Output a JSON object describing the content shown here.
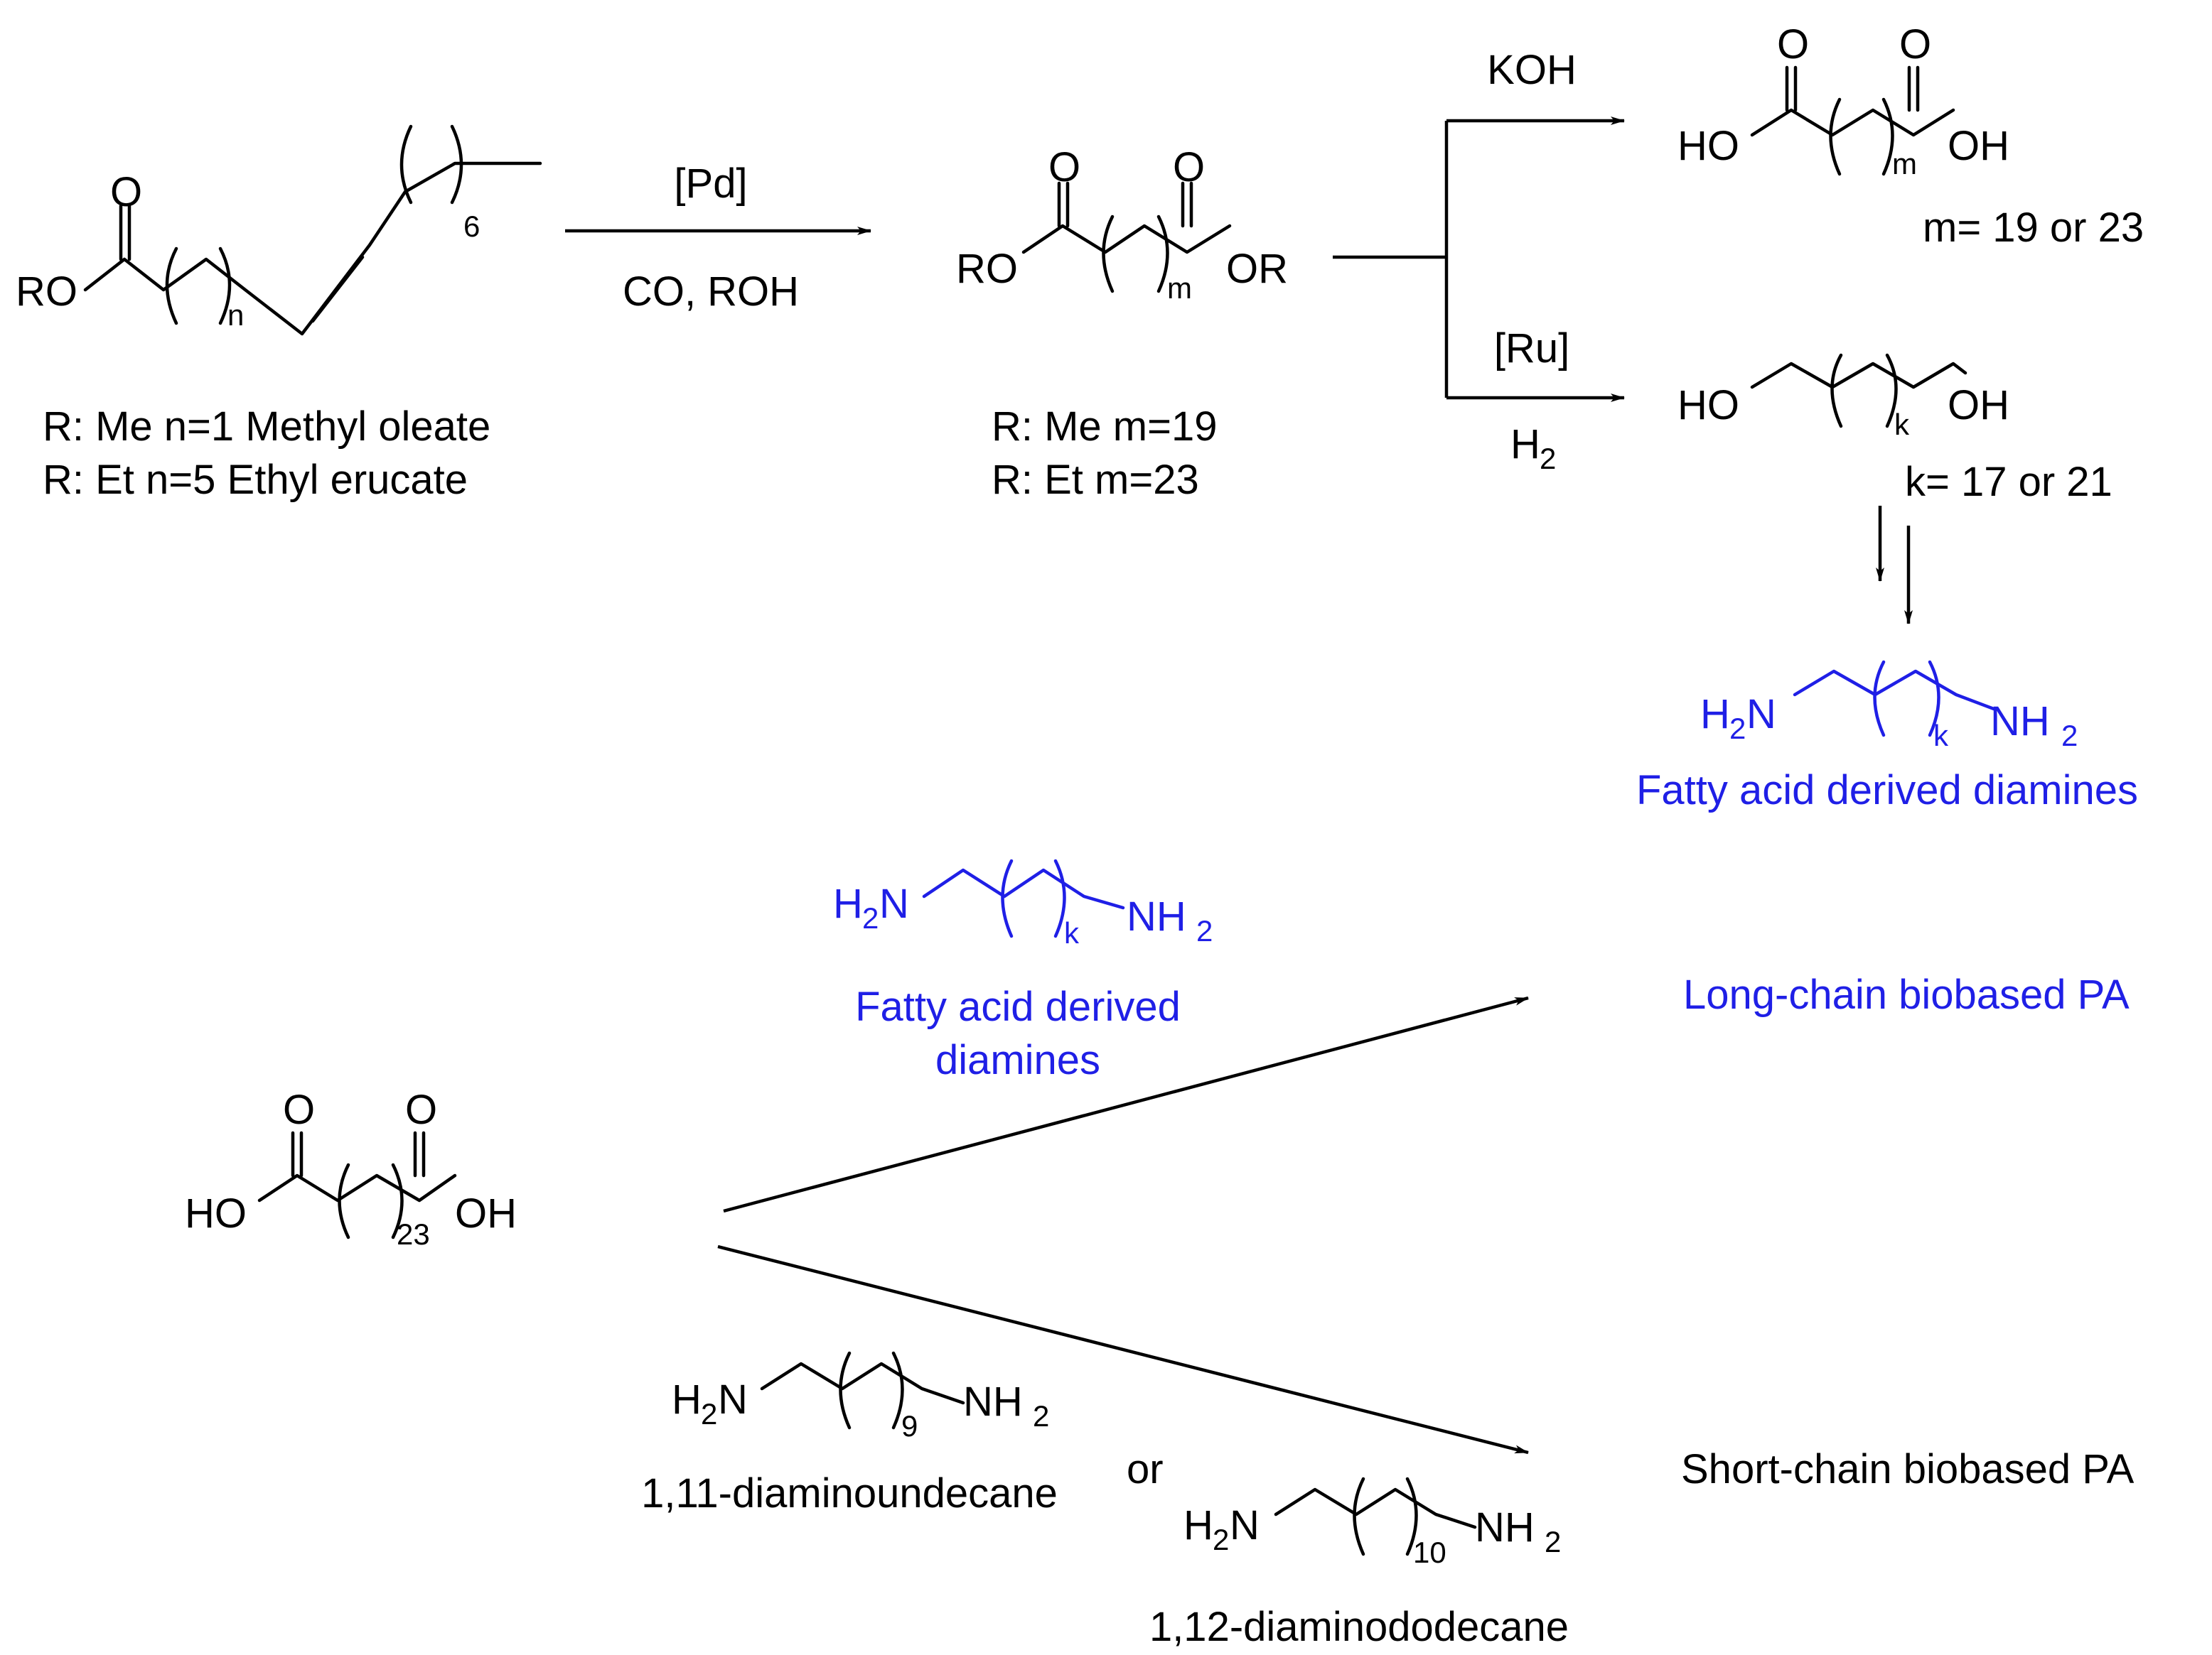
{
  "start_material": {
    "ro": "RO",
    "o": "O",
    "n": "n",
    "six": "6",
    "label_line1": "R: Me n=1 Methyl oleate",
    "label_line2": "R: Et n=5  Ethyl erucate"
  },
  "step1": {
    "catalyst": "[Pd]",
    "reagents": "CO, ROH"
  },
  "diester": {
    "ro": "RO",
    "or": "OR",
    "o": "O",
    "m": "m",
    "label_line1": "R: Me m=19",
    "label_line2": "R: Et m=23"
  },
  "hydrolysis": {
    "reagent": "KOH"
  },
  "diacid": {
    "ho": "HO",
    "oh": "OH",
    "o": "O",
    "m": "m",
    "note": "m= 19 or 23"
  },
  "hydrogenation": {
    "catalyst": "[Ru]",
    "h": "H",
    "sub": "2"
  },
  "diol": {
    "ho": "HO",
    "oh": "OH",
    "k": "k",
    "note": "k= 17 or 21"
  },
  "diamine_top": {
    "h": "H",
    "two": "2",
    "n": "N",
    "nh": "NH",
    "k": "k",
    "label": "Fatty acid derived diamines"
  },
  "diacid_c23": {
    "ho": "HO",
    "oh": "OH",
    "o": "O",
    "sub": "23"
  },
  "diamine_mid": {
    "h": "H",
    "two": "2",
    "n": "N",
    "nh": "NH",
    "k": "k",
    "label_line1": "Fatty acid derived",
    "label_line2": "diamines"
  },
  "products": {
    "long": "Long-chain biobased PA",
    "short": "Short-chain biobased PA"
  },
  "diaminoundecane": {
    "h": "H",
    "two": "2",
    "n": "N",
    "nh": "NH",
    "sub": "9",
    "label": "1,11-diaminoundecane"
  },
  "connector": {
    "or": "or"
  },
  "diaminododecane": {
    "h": "H",
    "two": "2",
    "n": "N",
    "nh": "NH",
    "sub": "10",
    "label": "1,12-diaminododecane"
  },
  "colors": {
    "black": "#000000",
    "blue": "#1f1fe6"
  }
}
